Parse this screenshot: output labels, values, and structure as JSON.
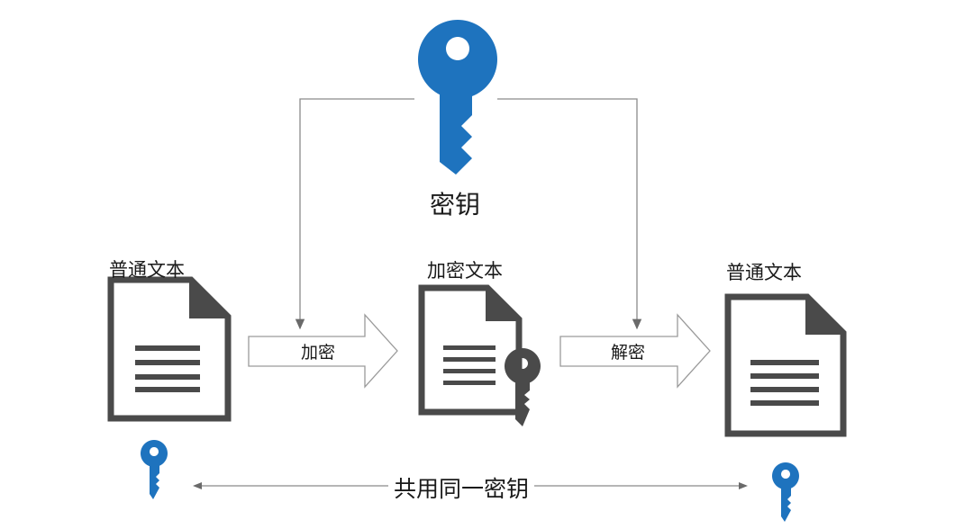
{
  "key": {
    "label": "密钥",
    "color": "#1e73be"
  },
  "documents": {
    "plain_left": {
      "label": "普通文本"
    },
    "encrypted": {
      "label": "加密文本"
    },
    "plain_right": {
      "label": "普通文本"
    }
  },
  "steps": {
    "encrypt": {
      "label": "加密"
    },
    "decrypt": {
      "label": "解密"
    }
  },
  "shared": {
    "label": "共用同一密钥"
  },
  "colors": {
    "doc": "#4a4a4a",
    "line": "#808080"
  }
}
